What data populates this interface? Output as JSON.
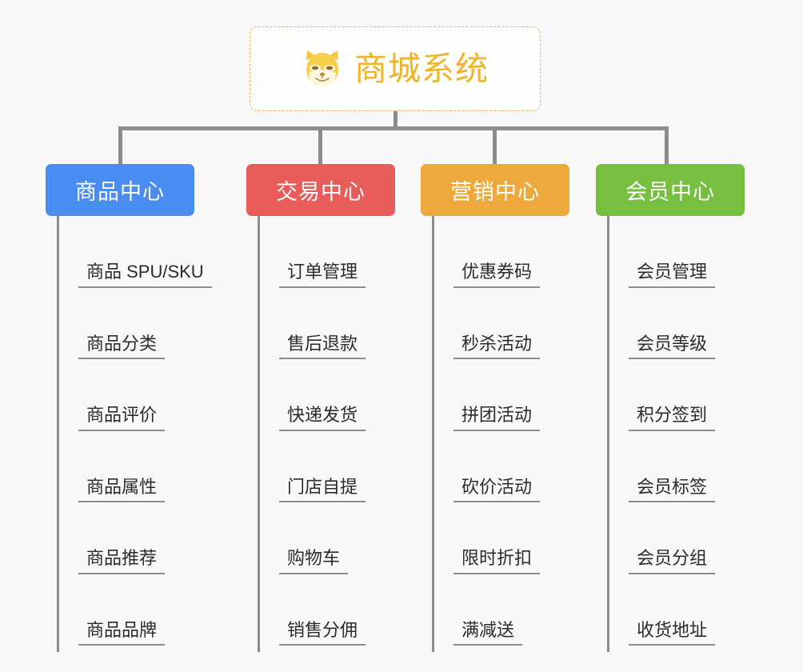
{
  "root": {
    "title": "商城系统",
    "icon": "shiba-dog-icon",
    "border_color": "#e8b861",
    "title_color": "#f0b429"
  },
  "background_color": "#f8f8f8",
  "connector_color": "#8c8c8c",
  "columns": [
    {
      "header": "商品中心",
      "color": "#4a8df0",
      "items": [
        "商品 SPU/SKU",
        "商品分类",
        "商品评价",
        "商品属性",
        "商品推荐",
        "商品品牌"
      ]
    },
    {
      "header": "交易中心",
      "color": "#e85d5a",
      "items": [
        "订单管理",
        "售后退款",
        "快递发货",
        "门店自提",
        "购物车",
        "销售分佣"
      ]
    },
    {
      "header": "营销中心",
      "color": "#eda93c",
      "items": [
        "优惠券码",
        "秒杀活动",
        "拼团活动",
        "砍价活动",
        "限时折扣",
        "满减送"
      ]
    },
    {
      "header": "会员中心",
      "color": "#76bf41",
      "items": [
        "会员管理",
        "会员等级",
        "积分签到",
        "会员标签",
        "会员分组",
        "收货地址"
      ]
    }
  ]
}
